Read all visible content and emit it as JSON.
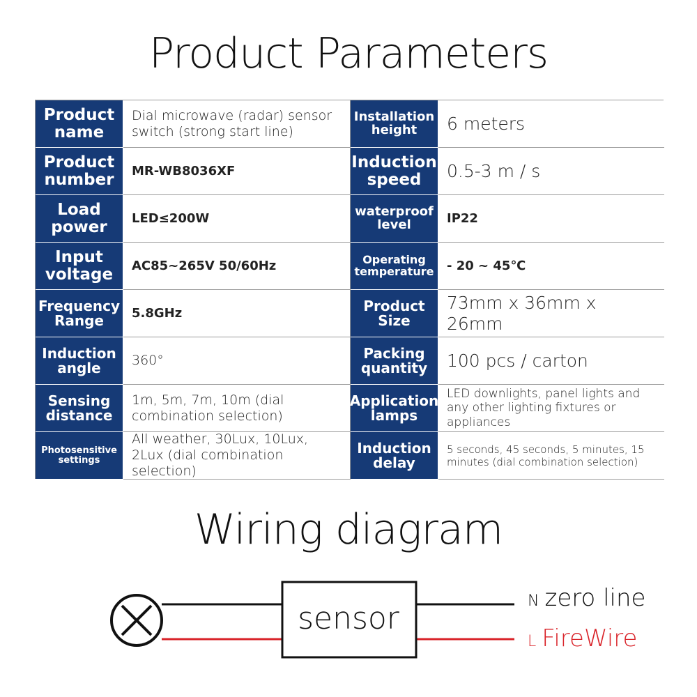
{
  "title": "Product Parameters",
  "parameters": [
    {
      "label": "Product name",
      "value": "Dial microwave (radar) sensor switch (strong start line)"
    },
    {
      "label": "Installation height",
      "value": "6 meters"
    },
    {
      "label": "Product number",
      "value": "MR-WB8036XF"
    },
    {
      "label": "Induction speed",
      "value": "0.5-3 m / s"
    },
    {
      "label": "Load power",
      "value": "LED≤200W"
    },
    {
      "label": "waterproof level",
      "value": "IP22"
    },
    {
      "label": "Input voltage",
      "value": "AC85~265V 50/60Hz"
    },
    {
      "label": "Operating temperature",
      "value": "- 20 ~ 45℃"
    },
    {
      "label": "Frequency Range",
      "value": "5.8GHz"
    },
    {
      "label": "Product Size",
      "value": "73mm x 36mm x 26mm"
    },
    {
      "label": "Induction angle",
      "value": "360°"
    },
    {
      "label": "Packing quantity",
      "value": "100 pcs / carton"
    },
    {
      "label": "Sensing distance",
      "value": "1m, 5m, 7m, 10m (dial combination selection)"
    },
    {
      "label": "Application lamps",
      "value": "LED downlights, panel lights and any other lighting fixtures or appliances"
    },
    {
      "label": "Photosensitive settings",
      "value": "All weather, 30Lux, 10Lux, 2Lux (dial combination selection)"
    },
    {
      "label": "Induction delay",
      "value": "5 seconds, 45 seconds, 5 minutes, 15 minutes (dial combination selection)"
    }
  ],
  "wiring": {
    "title": "Wiring diagram",
    "sensor_label": "sensor",
    "n_prefix": "N",
    "n_label": "zero line",
    "l_prefix": "L",
    "l_label": "FireWire",
    "lamp_icon": "lamp-x-icon",
    "line_colors": {
      "zero": "#111111",
      "fire": "#d9242a"
    }
  },
  "colors": {
    "label_bg": "#163a76",
    "label_text": "#ffffff"
  }
}
